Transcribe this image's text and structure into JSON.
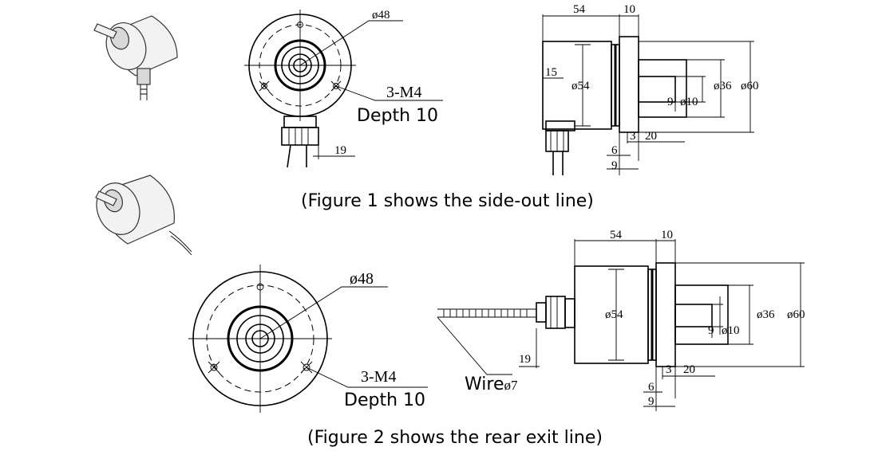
{
  "figure1": {
    "front_view": {
      "diameter_label": "ø48",
      "thread_label": "3-M4",
      "depth_label": "Depth 10",
      "dim_19": "19"
    },
    "side_view": {
      "dim_54": "54",
      "dim_10": "10",
      "dim_15": "15",
      "dim_phi54": "ø54",
      "dim_phi36": "ø36",
      "dim_phi60": "ø60",
      "dim_9": "9",
      "dim_phi10": "ø10",
      "dim_3": "3",
      "dim_20": "20",
      "dim_6": "6",
      "dim_9b": "9"
    },
    "caption": "(Figure 1 shows the side-out line)"
  },
  "figure2": {
    "front_view": {
      "diameter_label": "ø48",
      "thread_label": "3-M4",
      "depth_label": "Depth 10"
    },
    "side_view": {
      "dim_54": "54",
      "dim_10": "10",
      "dim_19": "19",
      "wire_label": "Wire",
      "wire_diameter": "ø7",
      "dim_phi54": "ø54",
      "dim_phi36": "ø36",
      "dim_phi60": "ø60",
      "dim_9": "9",
      "dim_phi10": "ø10",
      "dim_3": "3",
      "dim_20": "20",
      "dim_6": "6",
      "dim_9b": "9"
    },
    "caption": "(Figure 2 shows the rear exit line)"
  }
}
